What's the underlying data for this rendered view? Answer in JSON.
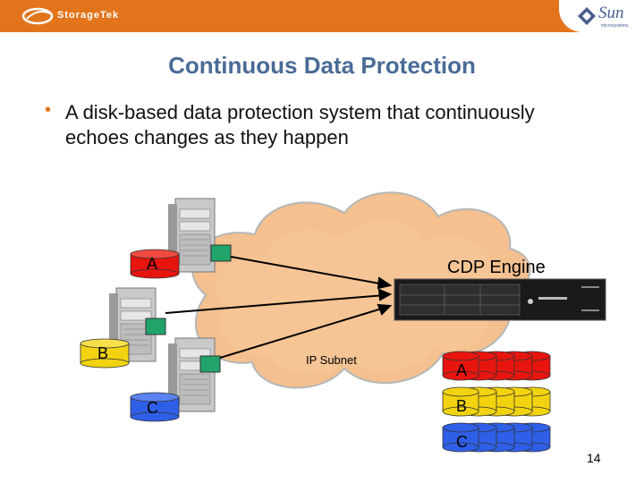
{
  "header": {
    "left_logo_text": "StorageTek",
    "right_logo_text": "Sun",
    "right_logo_subtext": "microsystems"
  },
  "slide": {
    "title": "Continuous Data Protection",
    "bullet": "A disk-based data protection system that continuously echoes changes as they happen",
    "page_number": "14"
  },
  "diagram": {
    "cloud_label": "IP Subnet",
    "engine_label": "CDP Engine",
    "server_disks": [
      {
        "label": "A",
        "color": "#e8150f"
      },
      {
        "label": "B",
        "color": "#f2d30f"
      },
      {
        "label": "C",
        "color": "#2f5fe8"
      }
    ],
    "replica_stacks": [
      {
        "label": "A",
        "color": "#e8150f"
      },
      {
        "label": "B",
        "color": "#f2d30f"
      },
      {
        "label": "C",
        "color": "#2f5fe8"
      }
    ]
  },
  "colors": {
    "header_bar": "#e2751c",
    "title": "#4a6b96",
    "cloud": "#f4c08f",
    "nic": "#20a46a"
  }
}
